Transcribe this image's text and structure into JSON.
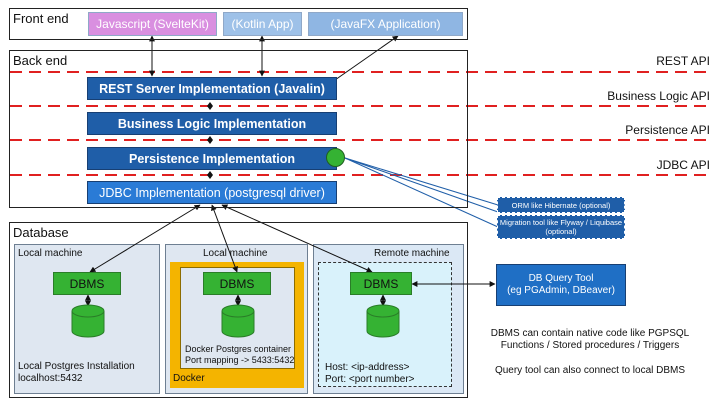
{
  "frontend": {
    "title": "Front end",
    "apps": [
      "Javascript (SvelteKit)",
      "(Kotlin App)",
      "(JavaFX Application)"
    ]
  },
  "backend": {
    "title": "Back end",
    "layers": [
      "REST Server Implementation (Javalin)",
      "Business Logic Implementation",
      "Persistence Implementation",
      "JDBC Implementation (postgresql driver)"
    ],
    "apis": [
      "REST API",
      "Business Logic  API",
      "Persistence  API",
      "JDBC  API"
    ],
    "options": [
      "ORM like Hibernate (optional)",
      "Migration tool like Flyway / Liquibase (optional)"
    ]
  },
  "database": {
    "title": "Database",
    "machines": [
      {
        "title": "Local machine",
        "dbms": "DBMS",
        "notes": [
          "Local Postgres Installation",
          "localhost:5432"
        ]
      },
      {
        "title": "Local  machine",
        "dbms": "DBMS",
        "container_label": "Docker",
        "notes": [
          "Docker Postgres container",
          "Port mapping -> 5433:5432"
        ]
      },
      {
        "title": "Remote machine",
        "dbms": "DBMS",
        "notes": [
          "Host: <ip-address>",
          "Port: <port number>"
        ]
      }
    ],
    "query_tool": [
      "DB Query Tool",
      "(eg PGAdmin, DBeaver)"
    ],
    "remarks": [
      "DBMS can contain native code like PGPSQL",
      "Functions / Stored procedures / Triggers",
      "Query tool can also connect to local DBMS"
    ]
  },
  "colors": {
    "impl_blue": "#1f5ea8",
    "sveltekit_pink": "#d98fe0",
    "kotlin_blue": "#9ec1e8",
    "javafx_blue": "#8fb6e3",
    "dbms_green": "#35b233",
    "docker_yellow": "#f4b400",
    "api_red": "#e02020"
  }
}
